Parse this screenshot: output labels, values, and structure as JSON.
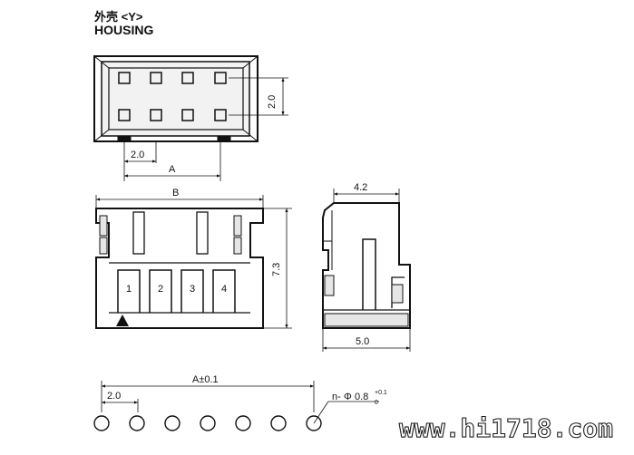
{
  "title": {
    "chinese": "外壳 <Y>",
    "english": "HOUSING"
  },
  "top_view": {
    "pitch_x": "2.0",
    "pitch_y": "2.0",
    "span": "A"
  },
  "front_view": {
    "width": "B",
    "height": "7.3",
    "pins": [
      "1",
      "2",
      "3",
      "4"
    ]
  },
  "side_view": {
    "width_top": "4.2",
    "width_bottom": "5.0"
  },
  "pcb_layout": {
    "pitch": "2.0",
    "span": "A±0.1",
    "hole_prefix": "n-",
    "hole_symbol": "Φ",
    "hole_dia": "0.8",
    "tol_plus": "+0.1",
    "tol_minus": "0"
  },
  "watermark": "www.hi1718.com",
  "colors": {
    "ink": "#111111",
    "fill": "#e6e6e6"
  }
}
